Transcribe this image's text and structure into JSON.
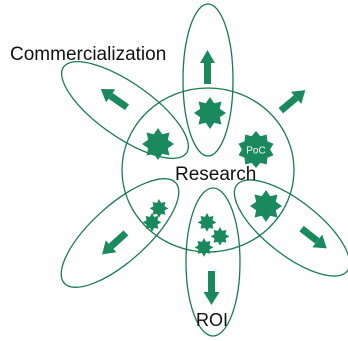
{
  "labels": {
    "commercialization": "Commercialization",
    "research": "Research",
    "poc": "PoC",
    "roi": "ROI"
  },
  "colors": {
    "accent": "#1a8a5e",
    "stroke": "#1a7a52",
    "text": "#111111",
    "background": "#ffffff"
  },
  "icons": [
    "star-burst-icon",
    "arrow-icon",
    "poc-badge-icon"
  ]
}
